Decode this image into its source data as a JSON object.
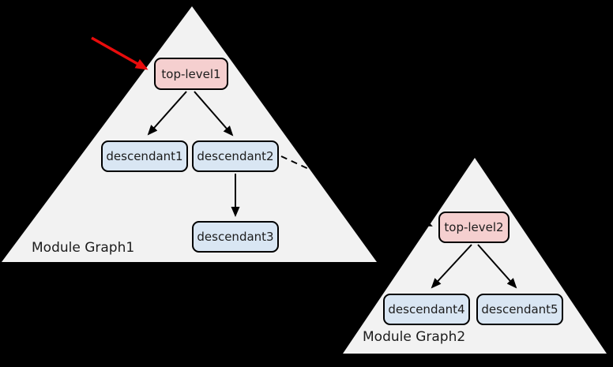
{
  "diagram": {
    "graphs": [
      {
        "title": "Module Graph1",
        "nodes": [
          {
            "id": "top-level1",
            "label": "top-level1",
            "type": "top-level"
          },
          {
            "id": "descendant1",
            "label": "descendant1",
            "type": "descendant"
          },
          {
            "id": "descendant2",
            "label": "descendant2",
            "type": "descendant"
          },
          {
            "id": "descendant3",
            "label": "descendant3",
            "type": "descendant"
          }
        ],
        "edges": [
          [
            "top-level1",
            "descendant1"
          ],
          [
            "top-level1",
            "descendant2"
          ],
          [
            "descendant2",
            "descendant3"
          ]
        ]
      },
      {
        "title": "Module Graph2",
        "nodes": [
          {
            "id": "top-level2",
            "label": "top-level2",
            "type": "top-level"
          },
          {
            "id": "descendant4",
            "label": "descendant4",
            "type": "descendant"
          },
          {
            "id": "descendant5",
            "label": "descendant5",
            "type": "descendant"
          }
        ],
        "edges": [
          [
            "top-level2",
            "descendant4"
          ],
          [
            "top-level2",
            "descendant5"
          ]
        ]
      }
    ],
    "cross_edge": {
      "from": "descendant2",
      "to": "top-level2",
      "style": "dashed"
    },
    "annotations": [
      {
        "type": "highlight-arrow",
        "color": "#e80c0c",
        "points_to": "top-level1"
      }
    ]
  },
  "colors": {
    "background": "#000000",
    "triangle_fill": "#f2f2f2",
    "top_node_fill": "#f5cfcf",
    "descendant_node_fill": "#d9e6f3",
    "node_border": "#000000",
    "edge": "#000000",
    "highlight_arrow": "#e80c0c",
    "label_text": "#1c1c1c"
  }
}
